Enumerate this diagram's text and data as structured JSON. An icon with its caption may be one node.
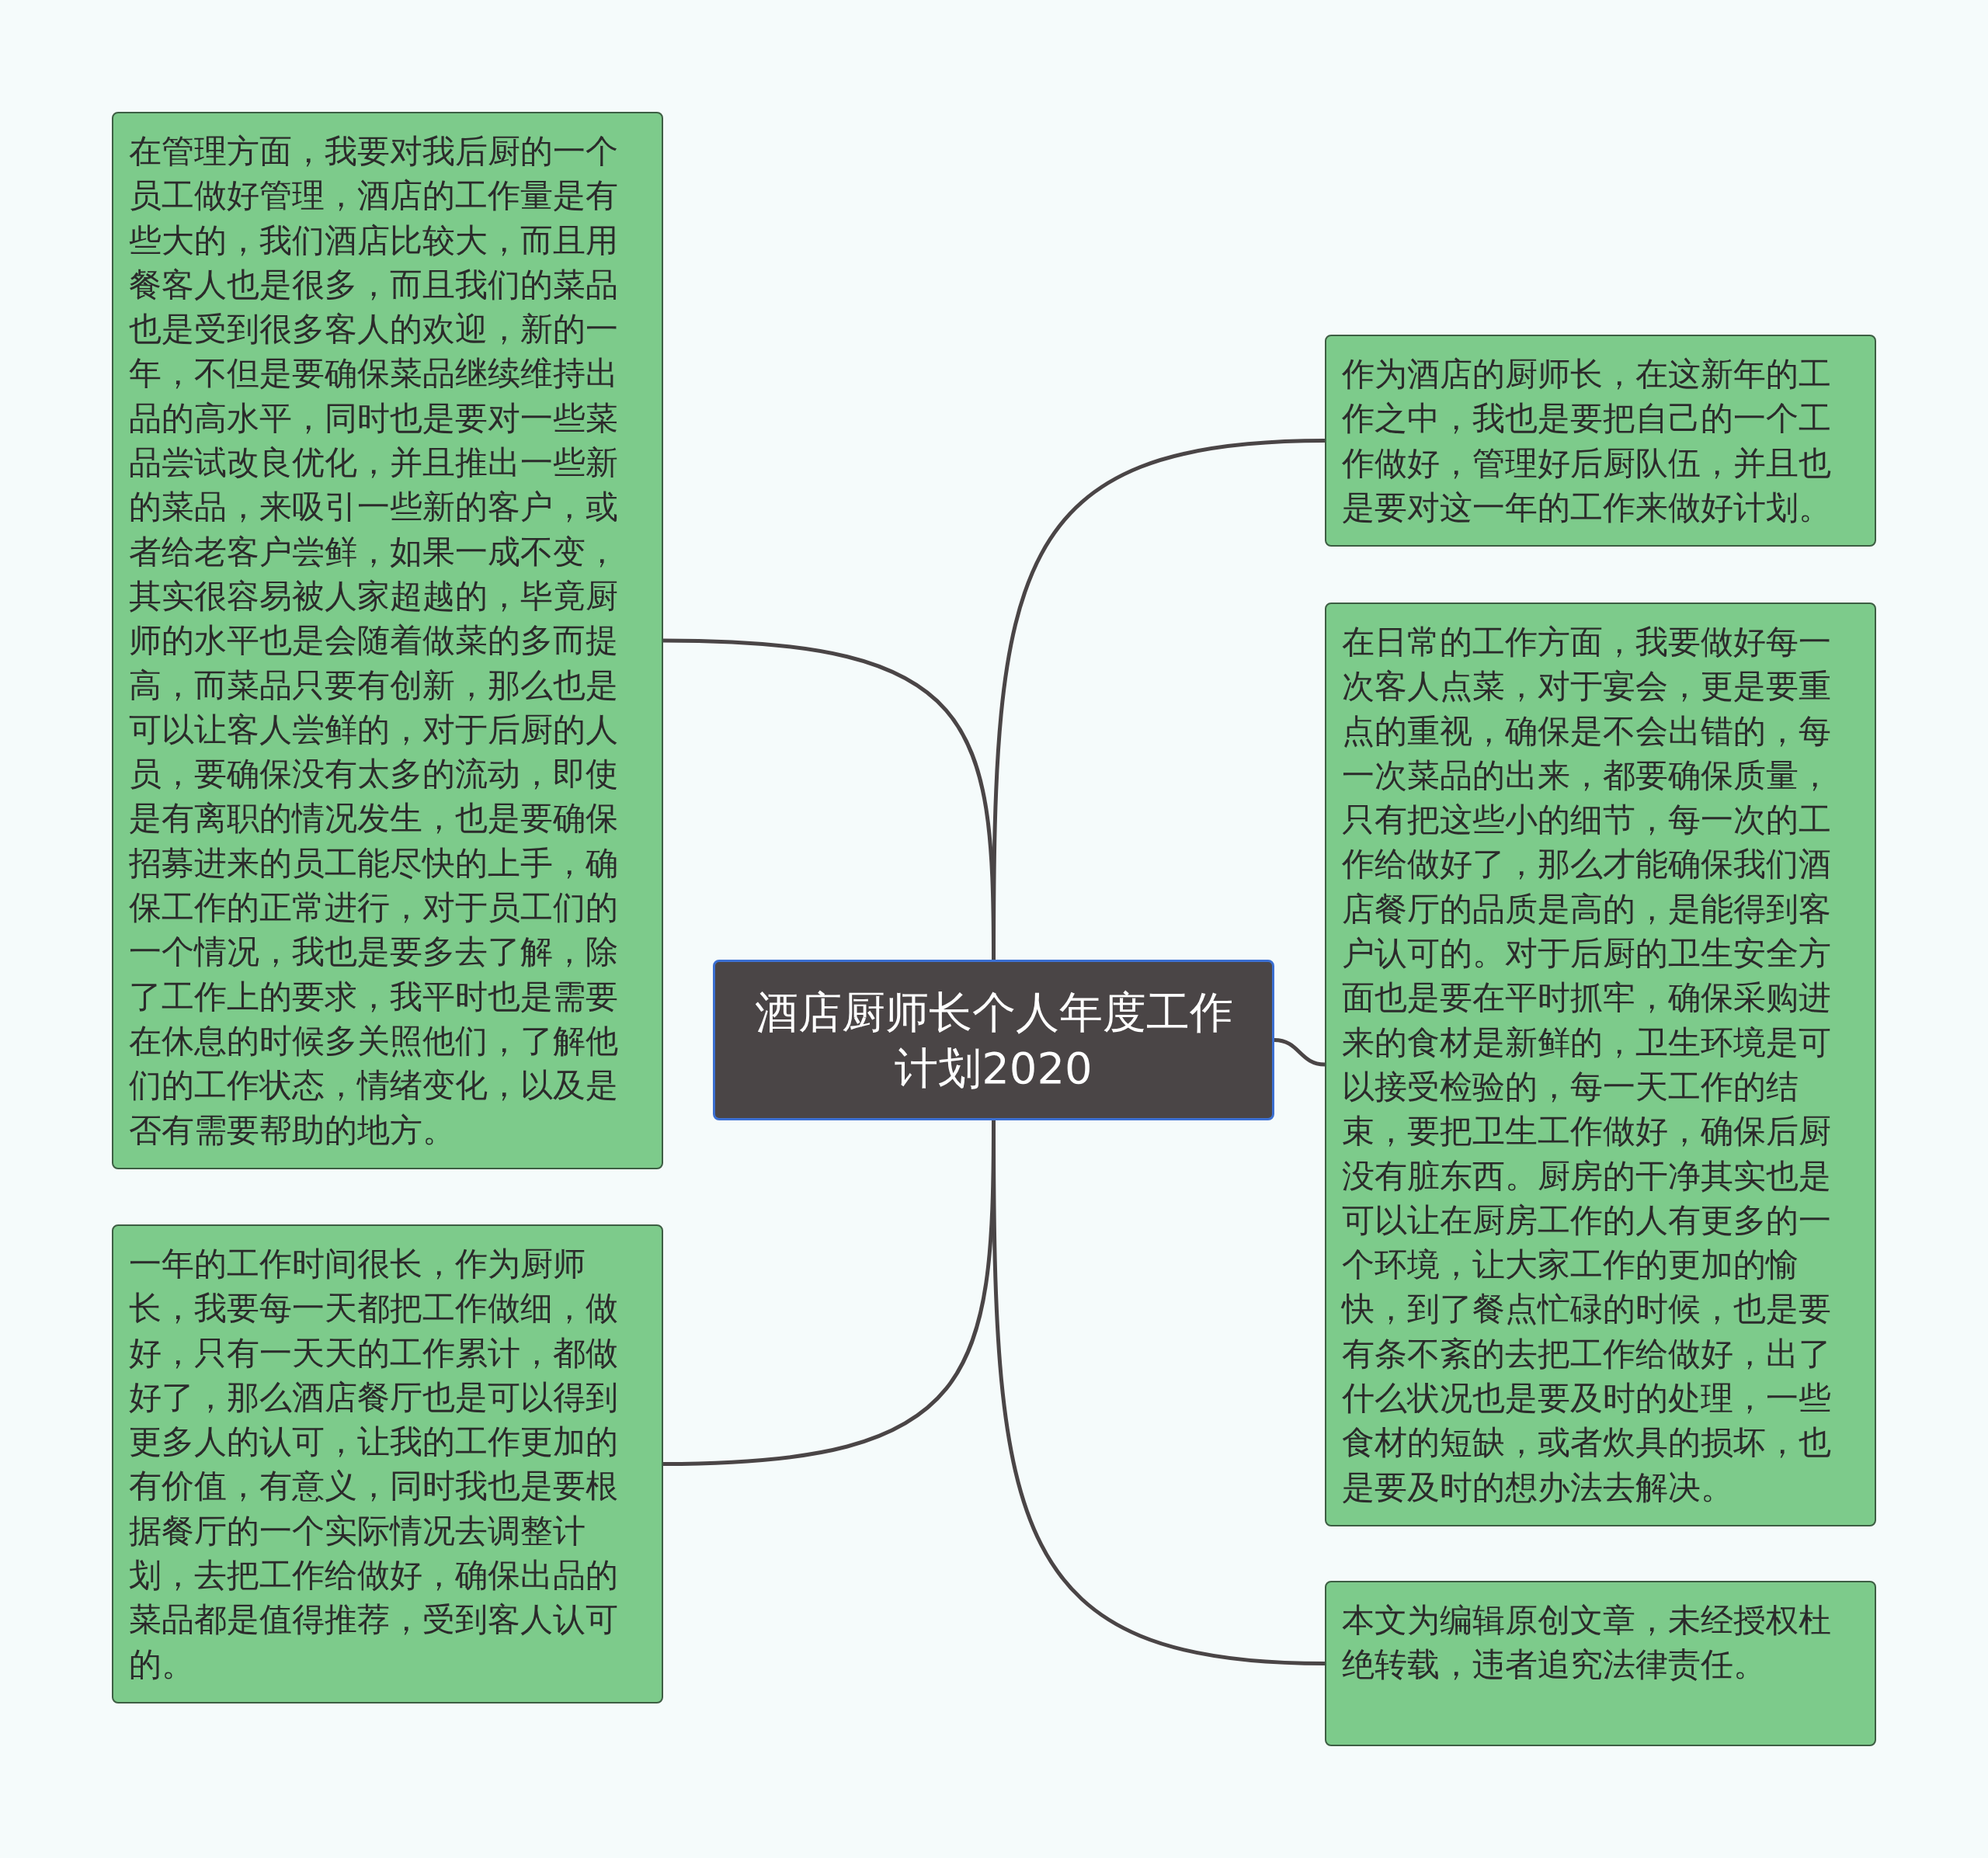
{
  "diagram": {
    "nodes": [
      {
        "text": [
          "酒店厨师长个人年度工作计划2020"
        ]
      },
      {
        "text": [
          "在管理方面，我要对我后厨的一个员工做好管理，酒店的工作量是有些大的，我们酒店比较大，而且用餐客人也是很多，而且我们的菜品也是受到很多客人的欢迎，新的一年，不但是要确保菜品继续维持出品的高水平，同时也是要对一些菜品尝试改良优化，并且推出一些新的菜品，来吸引一些新的客户，或者给老客户尝鲜，如果一成不变，其实很容易被人家超越的，毕竟厨师的水平也是会随着做菜的多而提高，而菜品只要有创新，那么也是可以让客人尝鲜的，对于后厨的人员，要确保没有太多的流动，即使是有离职的情况发生，也是要确保招募进来的员工能尽快的上手，确保工作的正常进行，对于员工们的一个情况，我也是要多去了解，除了工作上的要求，我平时也是需要在休息的时候多关照他们，了解他们的工作状态，情绪变化，以及是否有需要帮助的地方。"
        ]
      },
      {
        "text": [
          "一年的工作时间很长，作为厨师长，我要每一天都把工作做细，做好，只有一天天的工作累计，都做好了，那么酒店餐厅也是可以得到更多人的认可，让我的工作更加的有价值，有意义，同时我也是要根据餐厅的一个实际情况去调整计划，去把工作给做好，确保出品的菜品都是值得推荐，受到客人认可的。"
        ]
      },
      {
        "text": [
          "作为酒店的厨师长，在这新年的工作之中，我也是要把自己的一个工作做好，管理好后厨队伍，并且也是要对这一年的工作来做好计划。"
        ]
      },
      {
        "text": [
          "在日常的工作方面，我要做好每一次客人点菜，对于宴会，更是要重点的重视，确保是不会出错的，每一次菜品的出来，都要确保质量，只有把这些小的细节，每一次的工作给做好了，那么才能确保我们酒店餐厅的品质是高的，是能得到客户认可的。对于后厨的卫生安全方面也是要在平时抓牢，确保采购进来的食材是新鲜的，卫生环境是可以接受检验的，每一天工作的结束，要把卫生工作做好，确保后厨没有脏东西。厨房的干净其实也是可以让在厨房工作的人有更多的一个环境，让大家工作的更加的愉快，到了餐点忙碌的时候，也是要有条不紊的去把工作给做好，出了什么状况也是要及时的处理，一些食材的短缺，或者炊具的损坏，也是要及时的想办法去解决。"
        ]
      },
      {
        "text": [
          "本文为编辑原创文章，未经授权杜绝转载，违者追究法律责任。"
        ]
      }
    ],
    "edges": [
      {
        "from": 0,
        "to": 1,
        "arrow": "none"
      },
      {
        "from": 0,
        "to": 2,
        "arrow": "none"
      },
      {
        "from": 0,
        "to": 3,
        "arrow": "none"
      },
      {
        "from": 0,
        "to": 4,
        "arrow": "none"
      },
      {
        "from": 0,
        "to": 5,
        "arrow": "none"
      }
    ]
  }
}
